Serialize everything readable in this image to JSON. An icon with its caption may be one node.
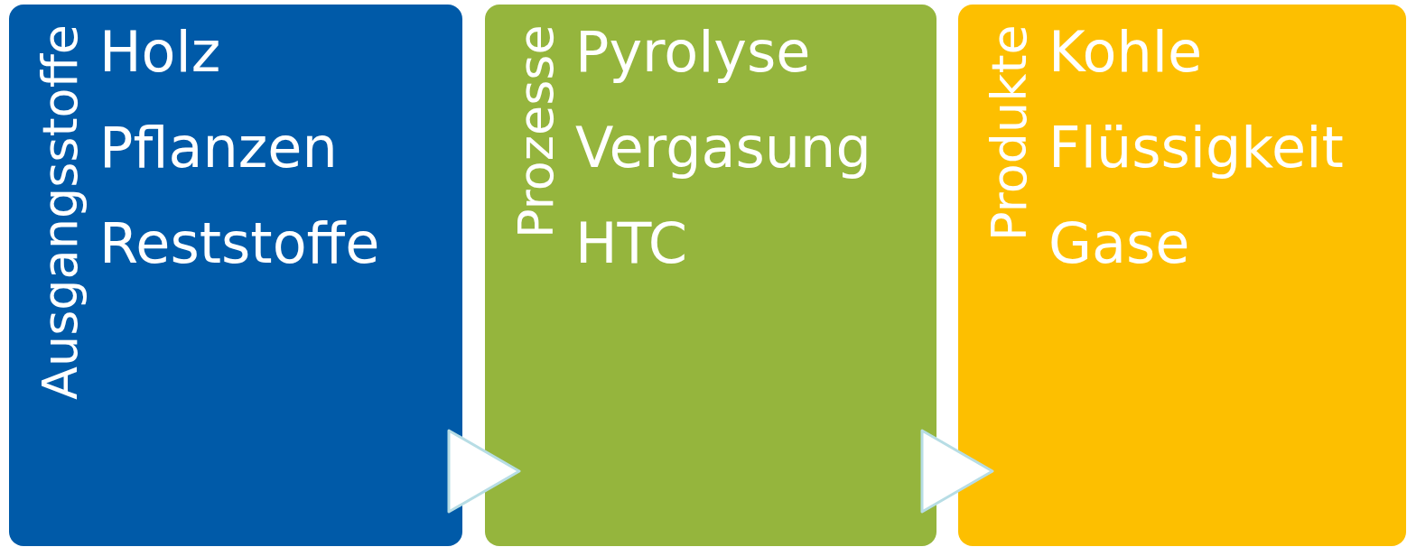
{
  "diagram": {
    "nodes": [
      {
        "text": [
          "Ausgangsstoffe",
          "Holz",
          "Pflanzen",
          "Reststoffe"
        ]
      },
      {
        "text": [
          "Prozesse",
          "Pyrolyse",
          "Vergasung",
          "HTC"
        ]
      },
      {
        "text": [
          "Produkte",
          "Kohle",
          "Flüssigkeit",
          "Gase"
        ]
      }
    ],
    "edges": [
      {
        "from": 0,
        "to": 1,
        "arrow": "to"
      },
      {
        "from": 1,
        "to": 2,
        "arrow": "to"
      }
    ]
  }
}
